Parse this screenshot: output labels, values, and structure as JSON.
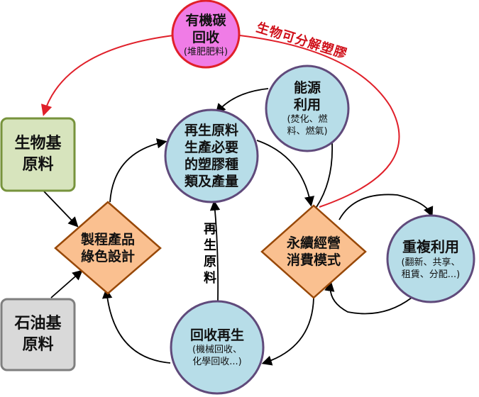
{
  "nodes": {
    "organic": {
      "title1": "有機碳",
      "title2": "回收",
      "sub": "(堆肥肥料)"
    },
    "bio": {
      "line1": "生物基",
      "line2": "原料"
    },
    "petro": {
      "line1": "石油基",
      "line2": "原料"
    },
    "design": {
      "line1": "製程產品",
      "line2": "綠色設計"
    },
    "recycled": {
      "line1": "再生原料",
      "line2": "生產必要",
      "line3": "的塑膠種",
      "line4": "類及產量"
    },
    "energy": {
      "line1": "能源",
      "line2": "利用",
      "sub1": "(焚化、燃",
      "sub2": "料、燃氣)"
    },
    "sustain": {
      "line1": "永續經營",
      "line2": "消費模式"
    },
    "reuse": {
      "title": "重複利用",
      "sub1": "(翻新、共享、",
      "sub2": "租賃、分配...)"
    },
    "recover": {
      "title": "回收再生",
      "sub1": "(機械回收、",
      "sub2": "化學回收...)"
    }
  },
  "labels": {
    "vertical": [
      "再",
      "生",
      "原",
      "料"
    ],
    "biodegradable": "生物可分解塑膠"
  },
  "colors": {
    "blue": "#b7dde8",
    "orange": "#fac090",
    "pink": "#f07ce6",
    "green": "#d7e4bd",
    "gray": "#d9d9d9",
    "red": "#e0202a"
  }
}
